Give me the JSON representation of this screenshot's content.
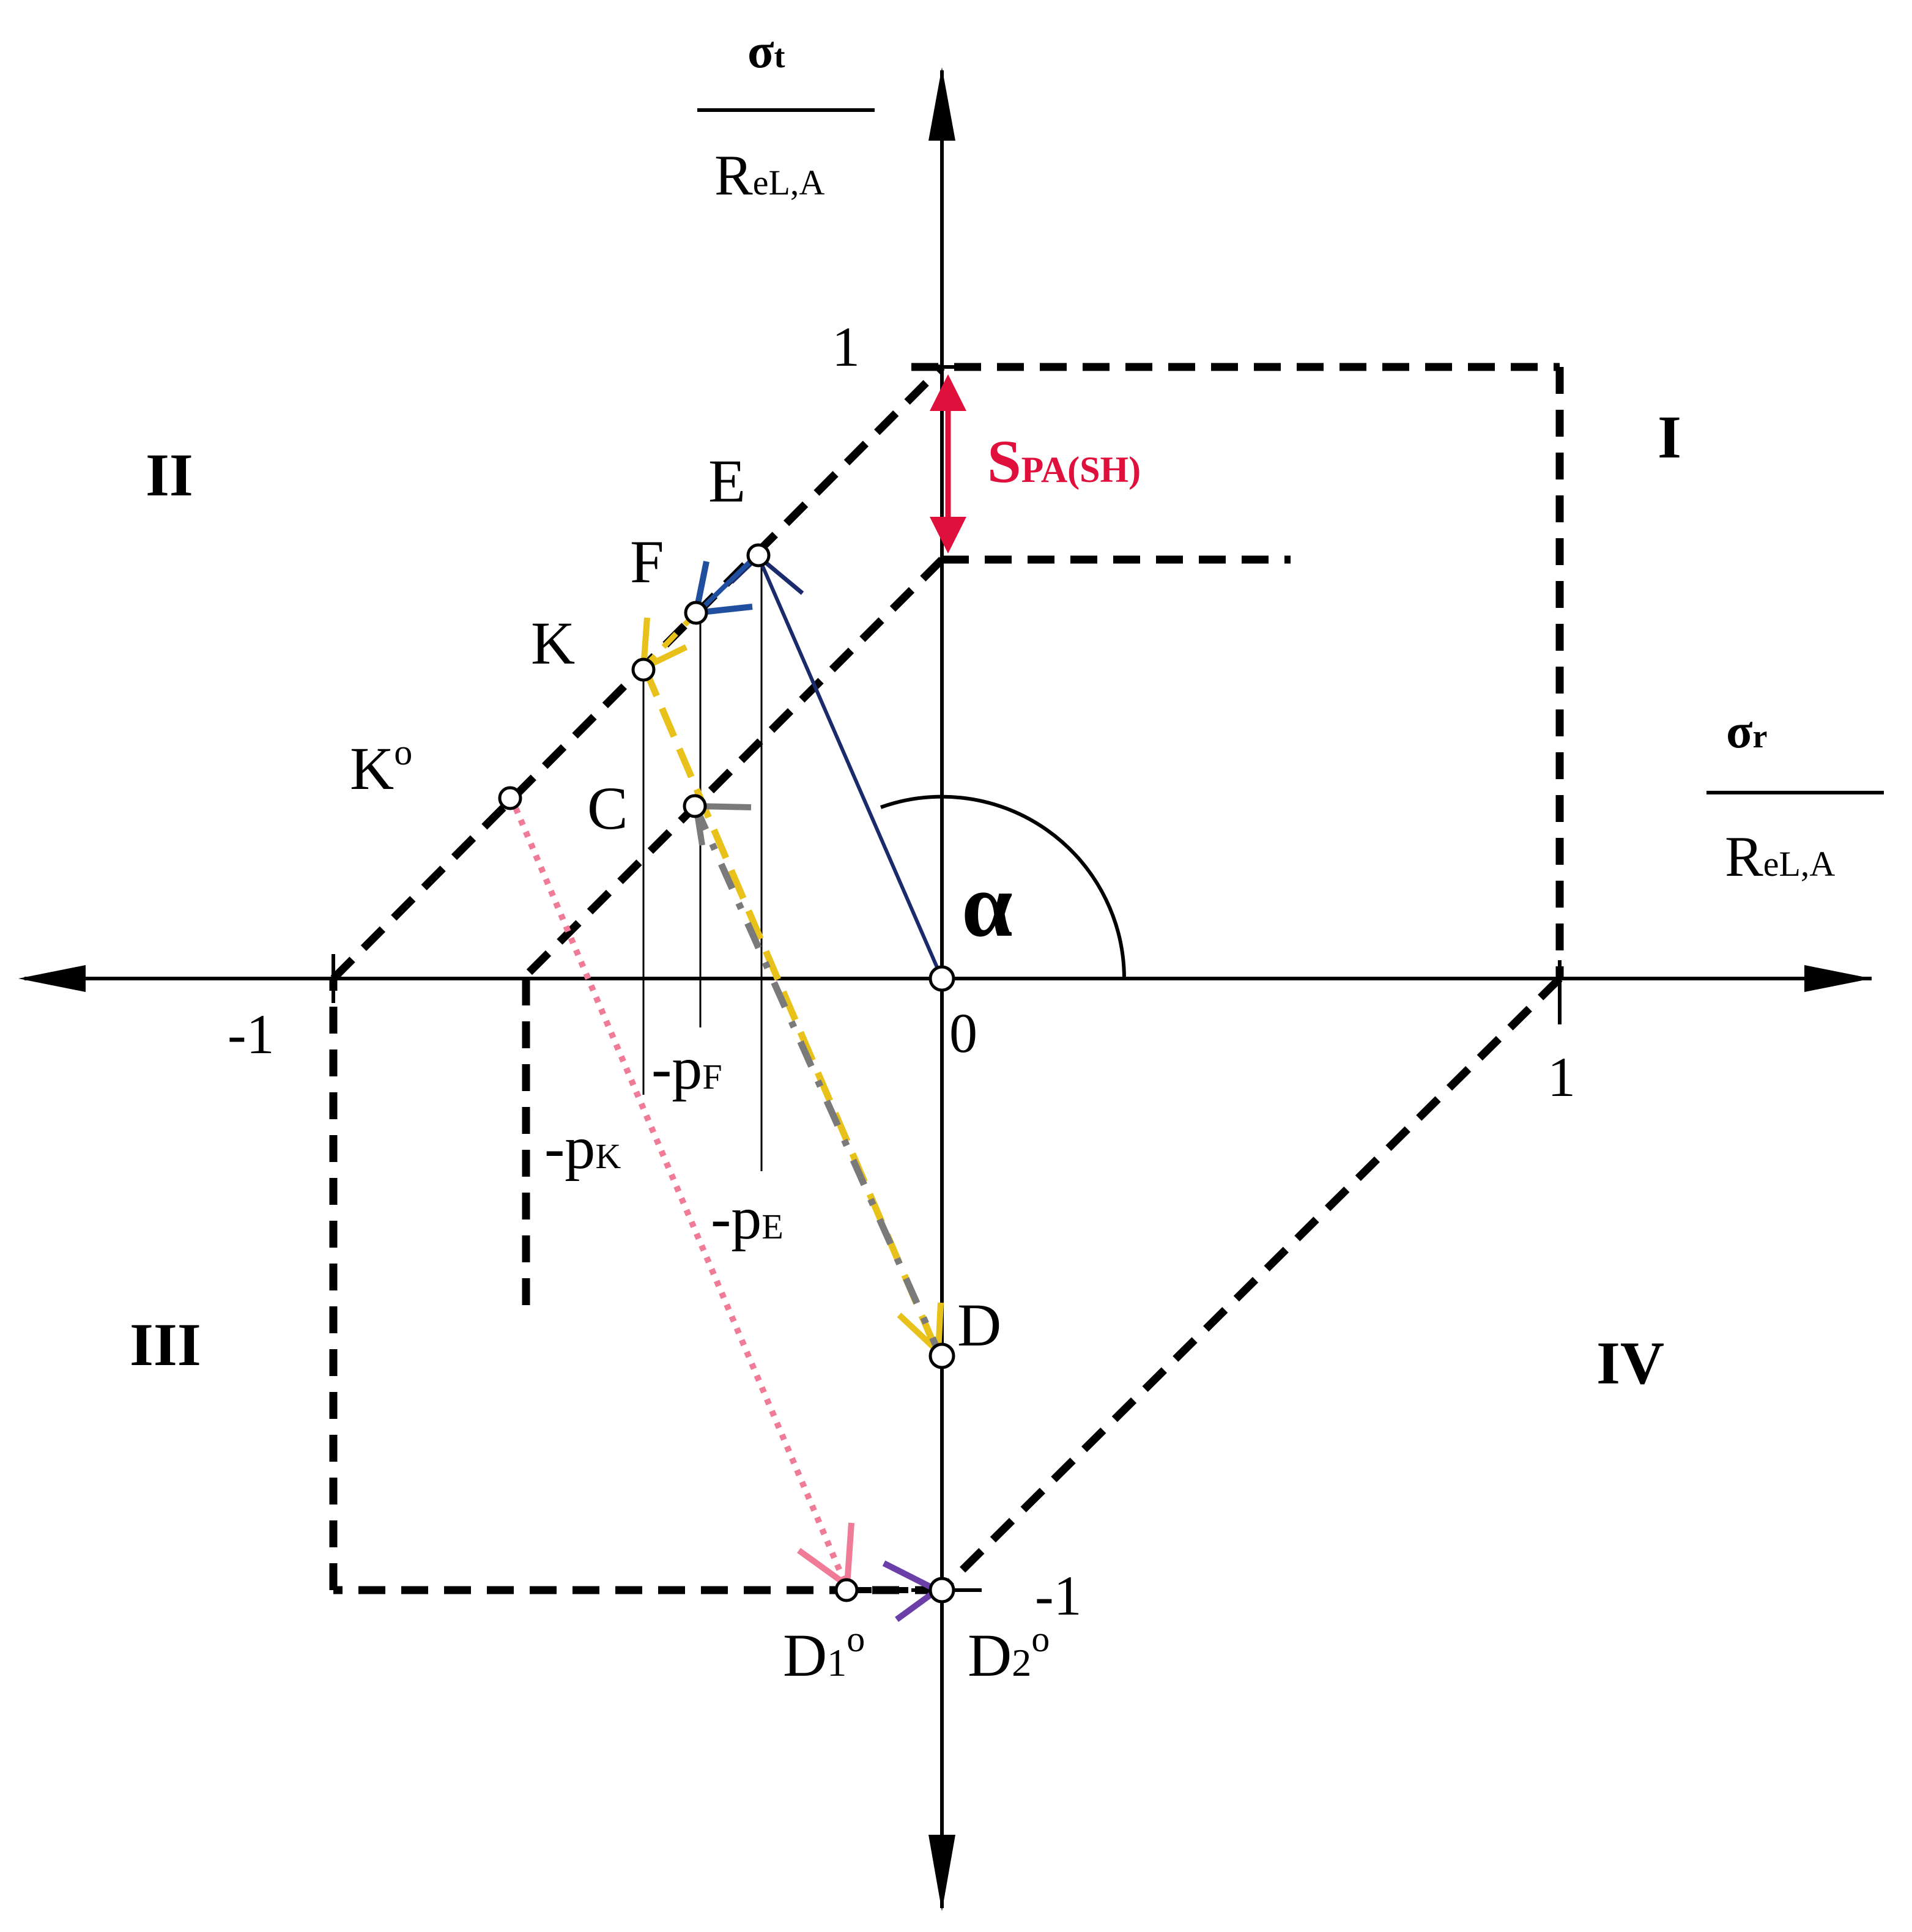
{
  "axes": {
    "y_label_num": "σ",
    "y_label_num_sub": "t",
    "y_label_den": "R",
    "y_label_den_sub": "eL,A",
    "x_label_num": "σ",
    "x_label_num_sub": "r",
    "x_label_den": "R",
    "x_label_den_sub": "eL,A",
    "tick_y_pos": "1",
    "tick_y_neg": "-1",
    "tick_x_pos": "1",
    "tick_x_neg": "-1",
    "origin": "0",
    "angle": "α"
  },
  "quadrants": {
    "q1": "I",
    "q2": "II",
    "q3": "III",
    "q4": "IV"
  },
  "safety": {
    "main": "S",
    "sub": "PA(SH)"
  },
  "points": {
    "E": "E",
    "F": "F",
    "K": "K",
    "K0_main": "K",
    "K0_sup": "o",
    "C": "C",
    "D": "D",
    "D1_main": "D",
    "D1_sub": "1",
    "D1_sup": "o",
    "D2_main": "D",
    "D2_sub": "2",
    "D2_sup": "o"
  },
  "pressures": {
    "pF_main": "-p",
    "pF_sub": "F",
    "pK_main": "-p",
    "pK_sub": "K",
    "pE_main": "-p",
    "pE_sub": "E"
  },
  "colors": {
    "safety": "#e0103c",
    "arrow_OE": "#1b2a6b",
    "arrow_EF": "#1f4f9e",
    "arrow_yellow": "#e8c21a",
    "arrow_gray": "#7a7a7a",
    "arrow_pink": "#ef7b96",
    "arrow_purple": "#6b3ea8"
  }
}
